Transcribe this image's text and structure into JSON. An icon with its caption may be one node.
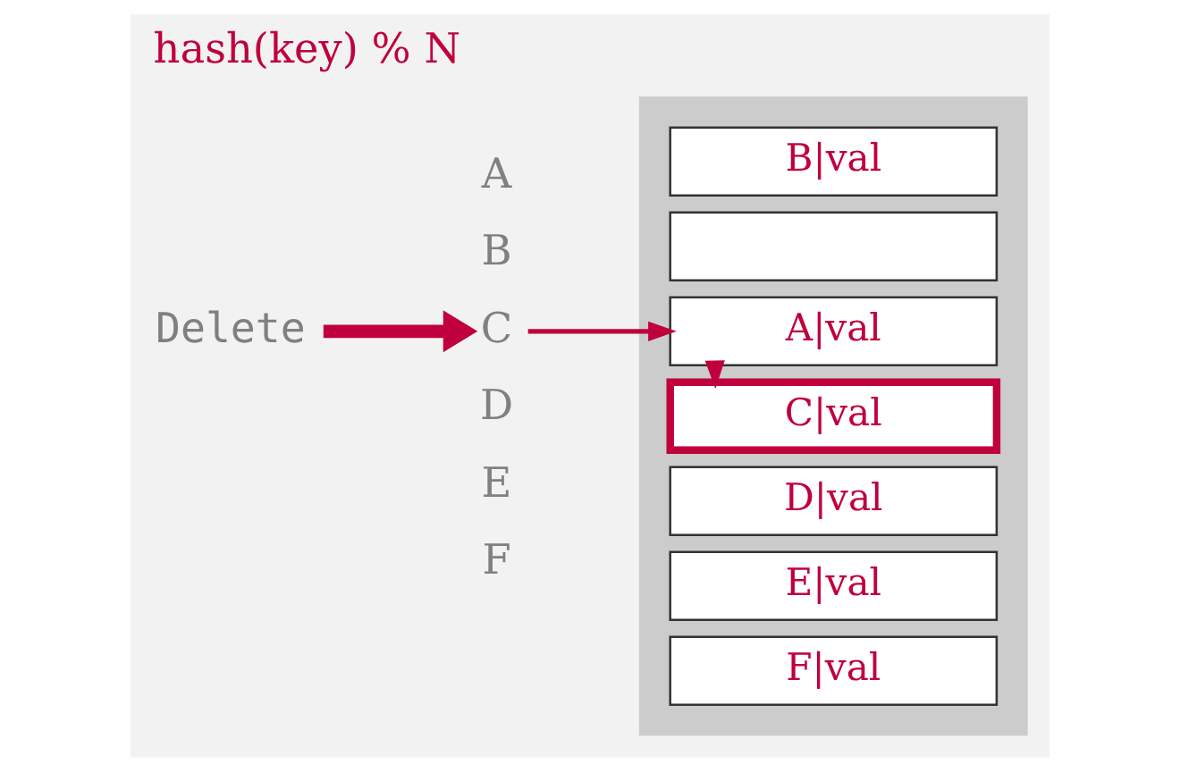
{
  "diagram": {
    "title": "hash(key) % N",
    "nodes": [
      {
        "text": [
          "Delete"
        ]
      },
      {
        "text": [
          "C"
        ]
      },
      {
        "text": [],
        "shape": "box"
      },
      {
        "text": [
          "B|val"
        ],
        "in": 2
      },
      {
        "text": [],
        "shape": "box",
        "in": 2
      },
      {
        "text": [
          "A|val"
        ],
        "in": 2
      },
      {
        "text": [
          "C|val"
        ],
        "in": 2
      },
      {
        "text": [
          "D|val"
        ],
        "in": 2
      },
      {
        "text": [
          "E|val"
        ],
        "in": 2
      },
      {
        "text": [
          "F|val"
        ],
        "in": 2
      }
    ],
    "edges": [
      {
        "from": 0,
        "to": 1,
        "arrow": "to",
        "style": "thick"
      },
      {
        "from": 1,
        "to": 5,
        "arrow": "to"
      },
      {
        "from": 5,
        "to": 6,
        "arrow": "to"
      }
    ],
    "labels": [
      "A",
      "B",
      "D",
      "E",
      "F"
    ]
  }
}
